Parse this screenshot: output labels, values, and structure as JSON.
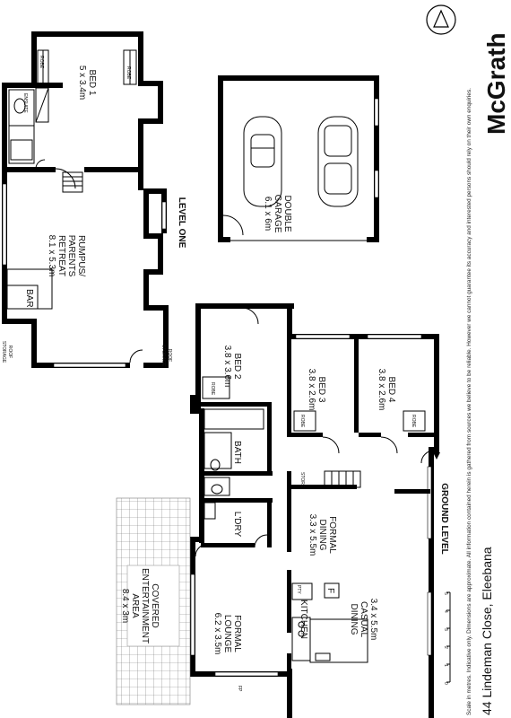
{
  "brand": {
    "name": "McGrath"
  },
  "address": "44 Lindeman Close, Eleebana",
  "disclaimer": "Scale in metres. Indicative only. Dimensions are approximate. All information contained herein is gathered from sources we believe to be reliable. However we cannot guarantee its accuracy and interested persons should rely on their own enquiries.",
  "levels": {
    "level_one": "LEVEL ONE",
    "ground": "GROUND LEVEL"
  },
  "rooms": {
    "bed1": {
      "name": "BED 1",
      "dims": "5 x 3.4m"
    },
    "ensuite": "ENSUITE",
    "robe": "ROBE",
    "rumpus": {
      "l1": "RUMPUS/",
      "l2": "PARENTS",
      "l3": "RETREAT",
      "dims": "8.1 x 5.3m"
    },
    "bar": "BAR",
    "roof_storage": {
      "l1": "ROOF",
      "l2": "STORAGE"
    },
    "garage": {
      "l1": "DOUBLE",
      "l2": "GARAGE",
      "dims": "6.1 x 6m"
    },
    "bed2": {
      "name": "BED 2",
      "dims": "3.8 x 3.6m"
    },
    "bed3": {
      "name": "BED 3",
      "dims": "3.8 x 2.6m"
    },
    "bed4": {
      "name": "BED 4",
      "dims": "3.8 x 2.6m"
    },
    "bath": "BATH",
    "ldry": "L'DRY",
    "store": "STORE",
    "formal_dining": {
      "l1": "FORMAL",
      "l2": "DINING",
      "dims": "3.3 x 5.5m"
    },
    "kitchen": "KITCHEN",
    "pty": "PTY",
    "fridge": "F",
    "casual_dining": {
      "dims": "3.4 x 5.5m",
      "l1": "CASUAL",
      "l2": "DINING"
    },
    "formal_lounge": {
      "l1": "FORMAL",
      "l2": "LOUNGE",
      "dims": "6.2 x 3.5m"
    },
    "fp": "FP",
    "covered": {
      "l1": "COVERED",
      "l2": "ENTERTAINMENT",
      "l3": "AREA",
      "dims": "8.4 x 3m"
    }
  },
  "scale": {
    "ticks": [
      "0",
      "1",
      "2",
      "3",
      "4",
      "5"
    ]
  }
}
